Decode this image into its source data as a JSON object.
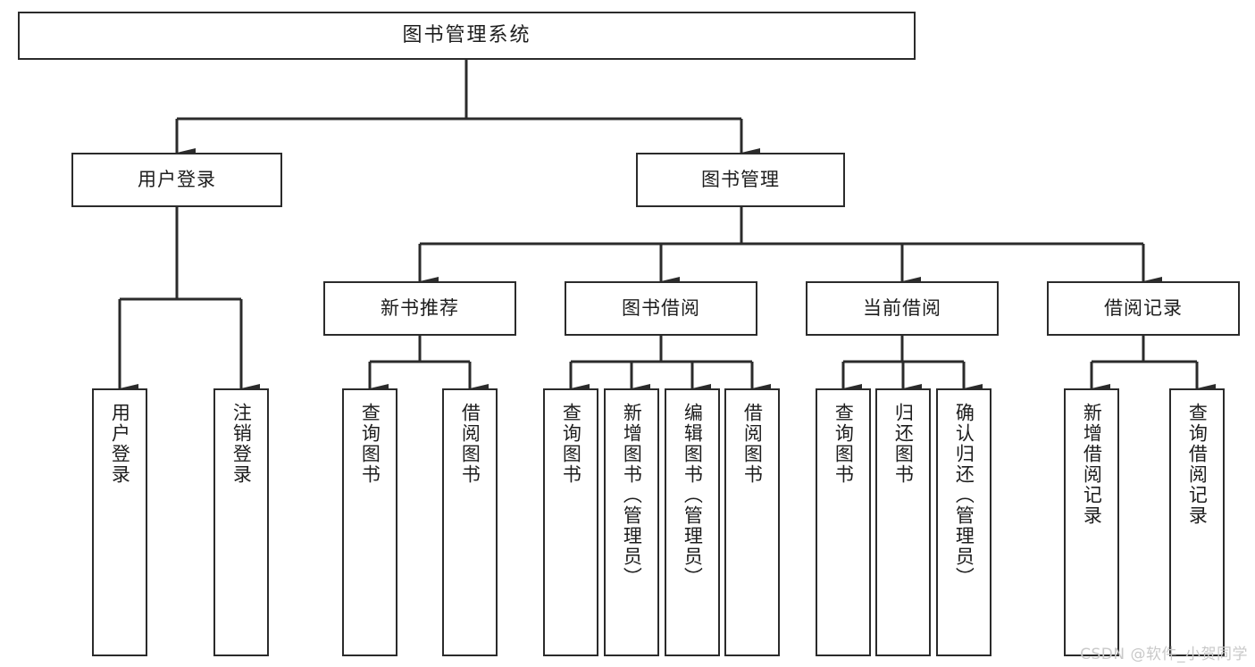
{
  "diagram": {
    "type": "tree",
    "title_box": "图书管理系统",
    "watermark": "CSDN @软件_小贺同学",
    "colors": {
      "box_border": "#2b2b2b",
      "box_fill": "#ffffff",
      "connector": "#2b2b2b",
      "text": "#1d1d1d",
      "watermark": "#c9c9c9"
    },
    "levels": {
      "level1": [
        {
          "id": "root",
          "label": "图书管理系统"
        }
      ],
      "level2": [
        {
          "id": "login",
          "label": "用户登录"
        },
        {
          "id": "bookmgmt",
          "label": "图书管理"
        }
      ],
      "level3": [
        {
          "id": "newbook",
          "label": "新书推荐"
        },
        {
          "id": "borrow",
          "label": "图书借阅"
        },
        {
          "id": "current",
          "label": "当前借阅"
        },
        {
          "id": "records",
          "label": "借阅记录"
        }
      ],
      "level4": [
        {
          "id": "l1",
          "label": "用户登录",
          "parent": "login"
        },
        {
          "id": "l2",
          "label": "注销登录",
          "parent": "login"
        },
        {
          "id": "l3",
          "label": "查询图书",
          "parent": "newbook"
        },
        {
          "id": "l4",
          "label": "借阅图书",
          "parent": "newbook"
        },
        {
          "id": "l5",
          "label": "查询图书",
          "parent": "borrow"
        },
        {
          "id": "l6",
          "label": "新增图书（管理员）",
          "parent": "borrow"
        },
        {
          "id": "l7",
          "label": "编辑图书（管理员）",
          "parent": "borrow"
        },
        {
          "id": "l8",
          "label": "借阅图书",
          "parent": "borrow"
        },
        {
          "id": "l9",
          "label": "查询图书",
          "parent": "current"
        },
        {
          "id": "l10",
          "label": "归还图书",
          "parent": "current"
        },
        {
          "id": "l11",
          "label": "确认归还（管理员）",
          "parent": "current"
        },
        {
          "id": "l12",
          "label": "新增借阅记录",
          "parent": "records"
        },
        {
          "id": "l13",
          "label": "查询借阅记录",
          "parent": "records"
        }
      ]
    }
  }
}
